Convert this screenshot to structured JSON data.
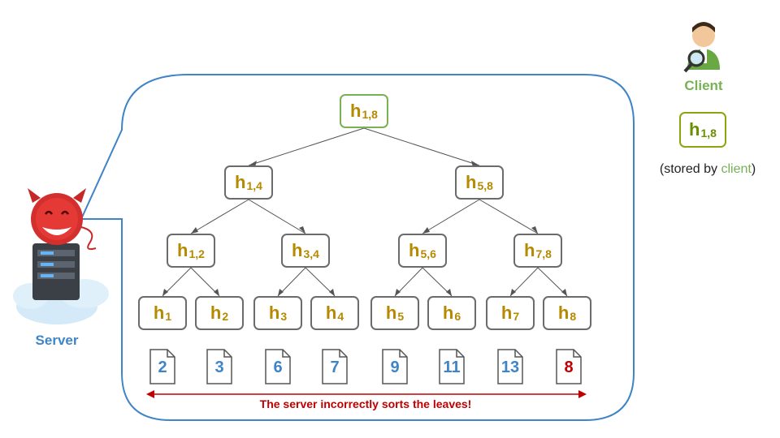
{
  "tree": {
    "root": {
      "h": "h",
      "sub": "1,8"
    },
    "level1": [
      {
        "h": "h",
        "sub": "1,4"
      },
      {
        "h": "h",
        "sub": "5,8"
      }
    ],
    "level2": [
      {
        "h": "h",
        "sub": "1,2"
      },
      {
        "h": "h",
        "sub": "3,4"
      },
      {
        "h": "h",
        "sub": "5,6"
      },
      {
        "h": "h",
        "sub": "7,8"
      }
    ],
    "leaves": [
      {
        "h": "h",
        "sub": "1"
      },
      {
        "h": "h",
        "sub": "2"
      },
      {
        "h": "h",
        "sub": "3"
      },
      {
        "h": "h",
        "sub": "4"
      },
      {
        "h": "h",
        "sub": "5"
      },
      {
        "h": "h",
        "sub": "6"
      },
      {
        "h": "h",
        "sub": "7"
      },
      {
        "h": "h",
        "sub": "8"
      }
    ]
  },
  "documents": [
    "2",
    "3",
    "6",
    "7",
    "9",
    "11",
    "13",
    "8"
  ],
  "caption": "The server incorrectly sorts the leaves!",
  "server_label": "Server",
  "client": {
    "label": "Client",
    "hash": {
      "h": "h",
      "sub": "1,8"
    },
    "stored_prefix": "(stored by ",
    "stored_word": "client",
    "stored_suffix": ")"
  },
  "colors": {
    "hash_text": "#b58a00",
    "root_border": "#77b255",
    "doc_ok": "#3f84c6",
    "doc_bad": "#c00000",
    "bubble": "#3f84c6"
  }
}
